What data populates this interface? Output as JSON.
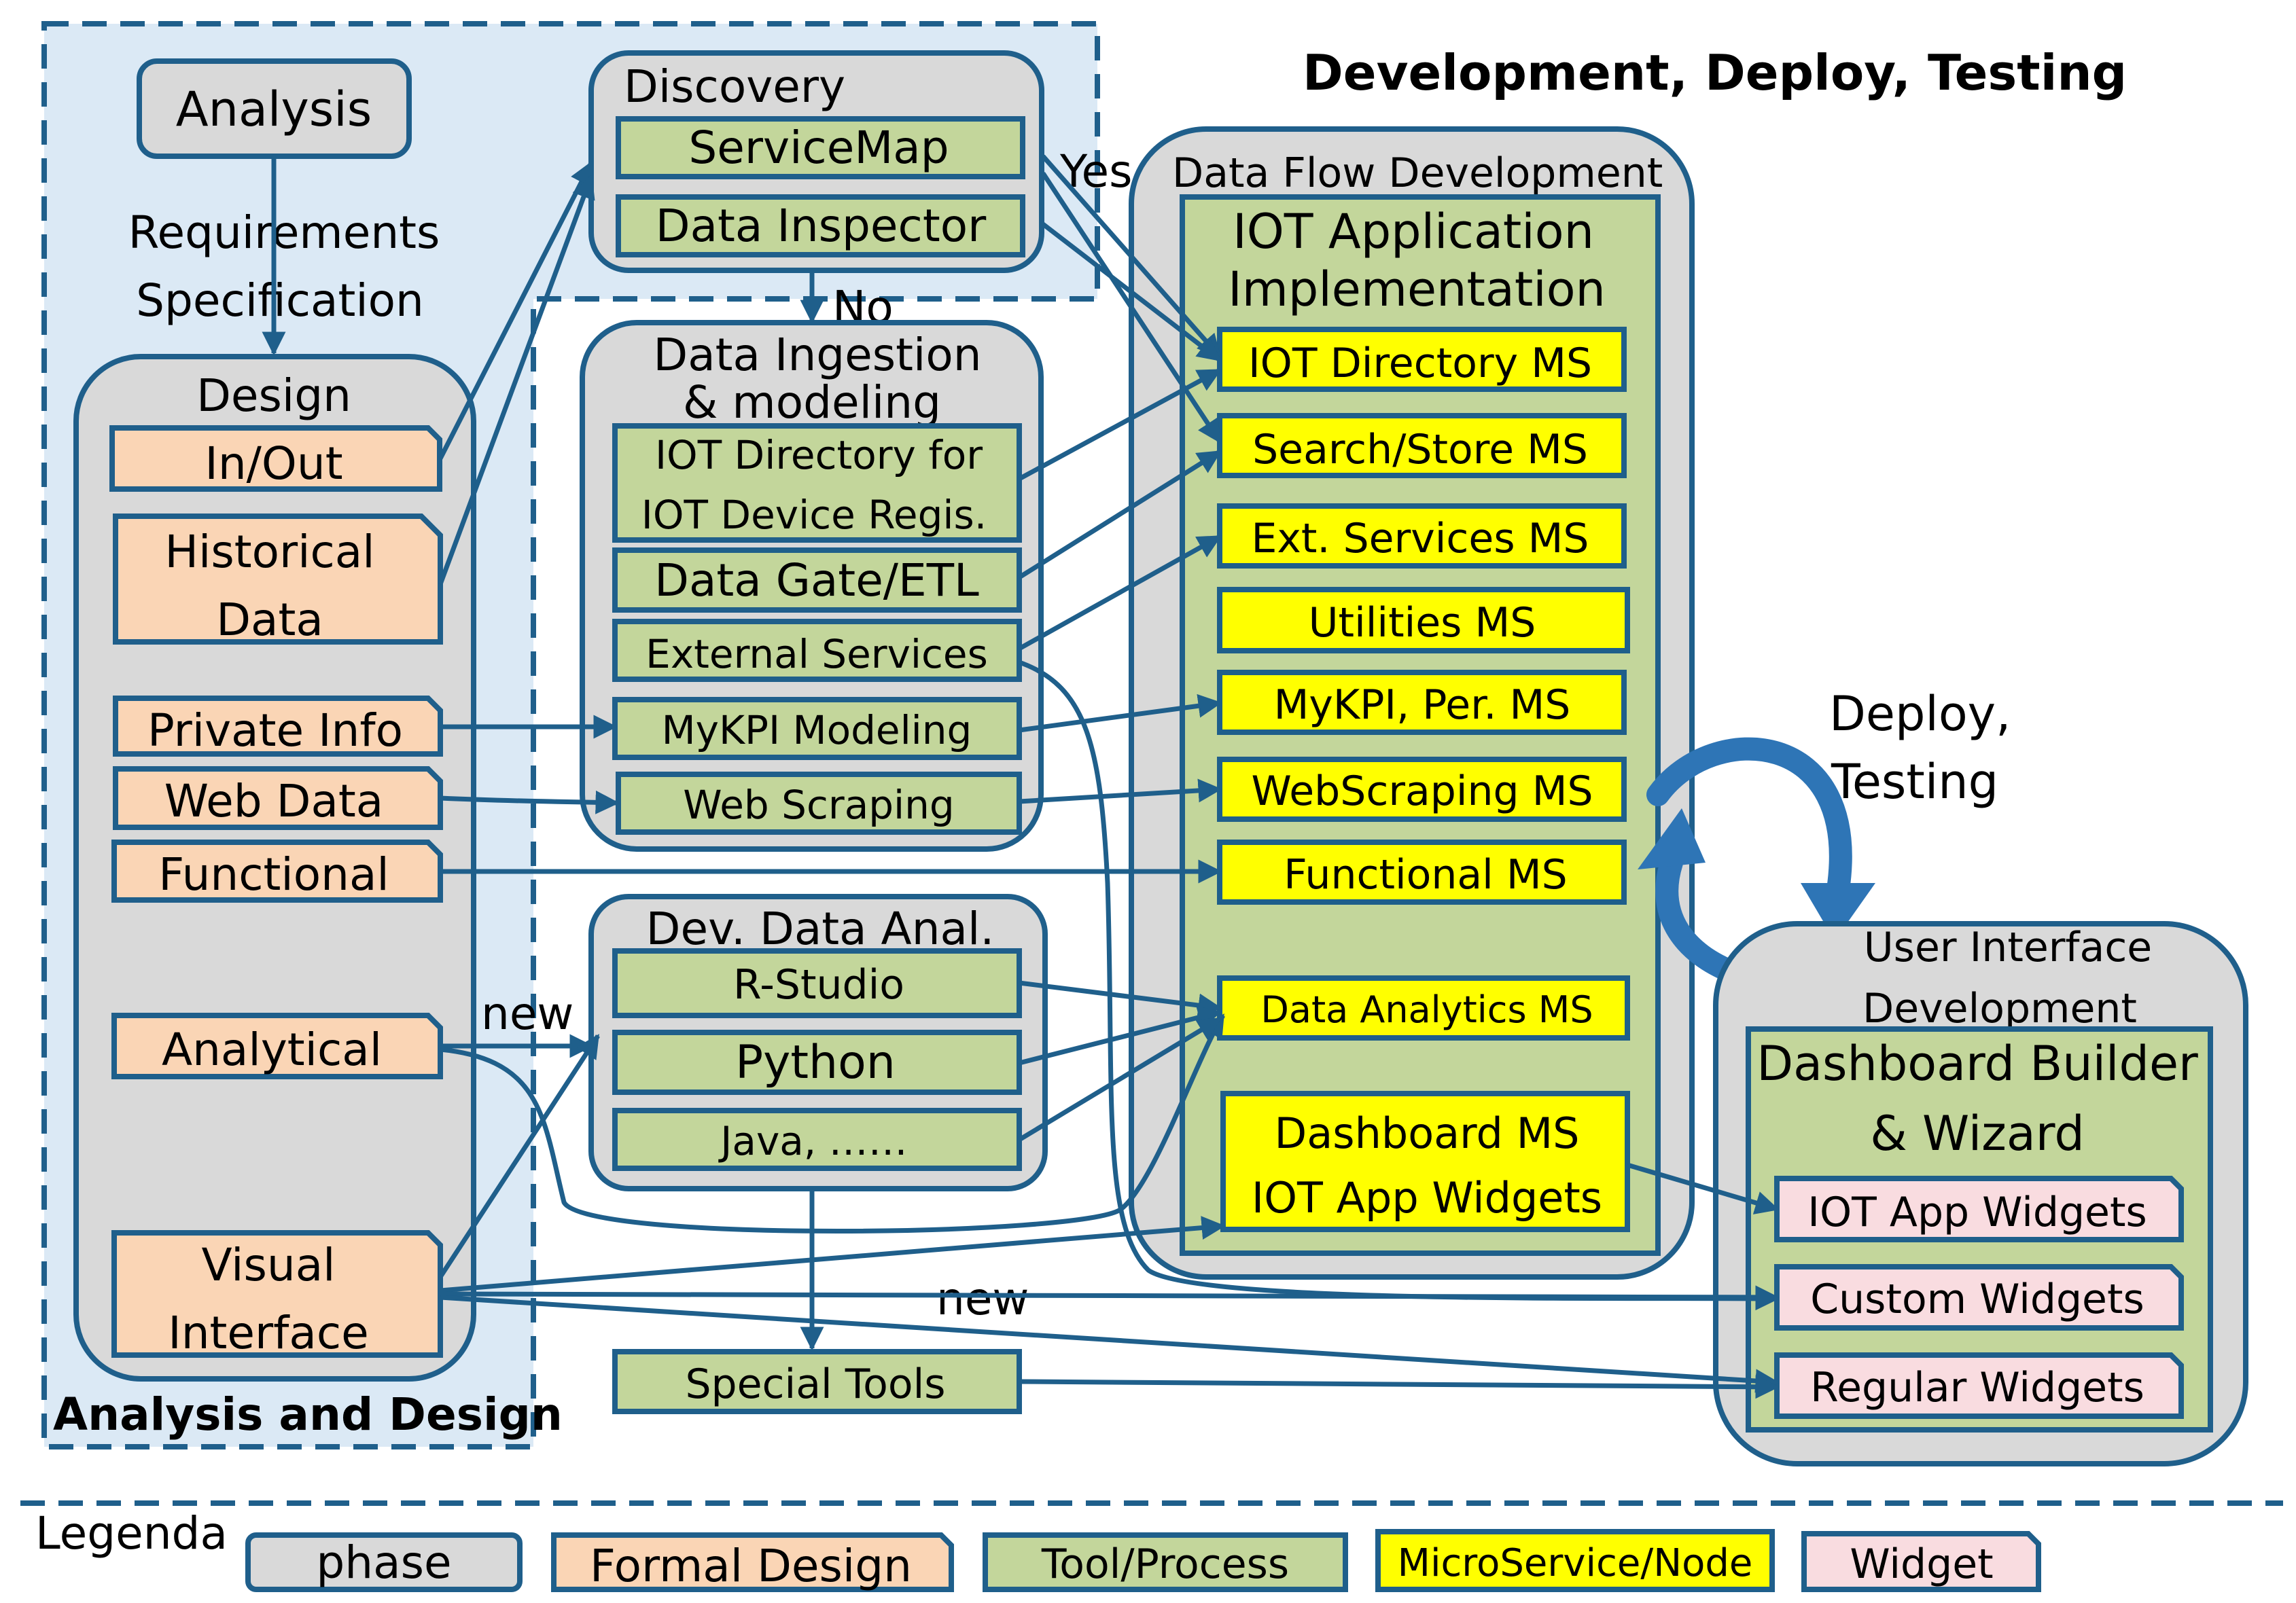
{
  "title": "Development, Deploy, Testing",
  "regions": {
    "analysis_design": "Analysis and Design",
    "data_flow_dev": "Data Flow Development",
    "ui_dev": [
      "User Interface",
      "Development"
    ]
  },
  "phases": {
    "analysis": "Analysis",
    "design": "Design",
    "discovery": "Discovery",
    "ingestion": [
      "Data Ingestion",
      "& modeling"
    ],
    "dev_data_anal": "Dev. Data Anal."
  },
  "edge_labels": {
    "req_spec": [
      "Requirements",
      "Specification"
    ],
    "yes": "Yes",
    "no": "No",
    "new1": "new",
    "new2": "new",
    "deploy_testing": [
      "Deploy,",
      "Testing"
    ]
  },
  "formal_design": {
    "in_out": "In/Out",
    "historical": [
      "Historical",
      "Data"
    ],
    "private_info": "Private Info",
    "web_data": "Web Data",
    "functional": "Functional",
    "analytical": "Analytical",
    "visual": [
      "Visual",
      "Interface"
    ]
  },
  "tools": {
    "service_map": "ServiceMap",
    "data_inspector": "Data Inspector",
    "iot_directory": [
      "IOT Directory for",
      "IOT Device Regis."
    ],
    "data_gate": "Data Gate/ETL",
    "external_services": "External Services",
    "mykpi_modeling": "MyKPI Modeling",
    "web_scraping": "Web Scraping",
    "r_studio": "R-Studio",
    "python": "Python",
    "java": "Java, ……",
    "special_tools": "Special Tools",
    "iot_app_impl": [
      "IOT Application",
      "Implementation"
    ],
    "dashboard_builder": [
      "Dashboard Builder",
      "& Wizard"
    ]
  },
  "microservices": {
    "iot_directory_ms": "IOT Directory MS",
    "search_store_ms": "Search/Store MS",
    "ext_services_ms": "Ext. Services MS",
    "utilities_ms": "Utilities MS",
    "mykpi_ms": "MyKPI, Per. MS",
    "webscraping_ms": "WebScraping MS",
    "functional_ms": "Functional MS",
    "data_analytics_ms": "Data Analytics MS",
    "dashboard_ms": [
      "Dashboard MS",
      "IOT App Widgets"
    ]
  },
  "widgets": {
    "iot_app_widgets": "IOT App Widgets",
    "custom_widgets": "Custom Widgets",
    "regular_widgets": "Regular Widgets"
  },
  "legend": {
    "title": "Legenda",
    "phase": "phase",
    "formal_design": "Formal Design",
    "tool_process": "Tool/Process",
    "microservice": "MicroService/Node",
    "widget": "Widget"
  },
  "colors": {
    "phase_fill": "#d9d9d9",
    "formal_fill": "#fad5b5",
    "tool_fill": "#c3d69b",
    "ms_fill": "#ffff00",
    "widget_fill": "#f9dce0",
    "stroke": "#1f5f8b",
    "region_fill": "#dbe9f5"
  }
}
